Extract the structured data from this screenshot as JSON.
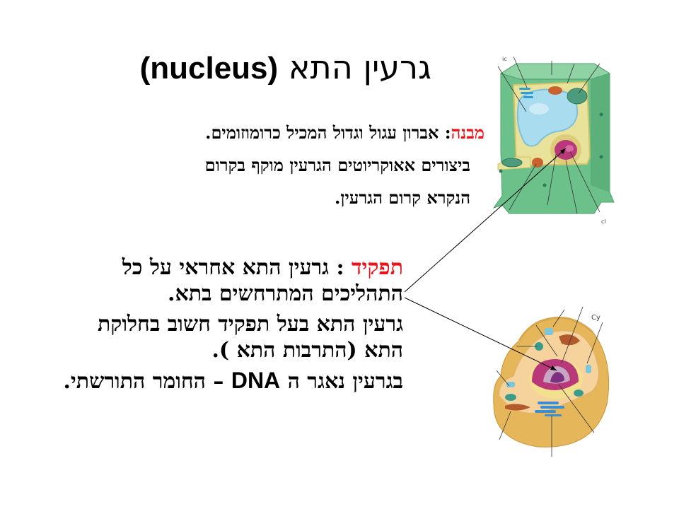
{
  "slide": {
    "title": {
      "hebrew": "גרעין התא",
      "english": "(nucleus)"
    },
    "structure": {
      "label": "מבנה",
      "separator": ": ",
      "lines": [
        "אברון עגול וגדול המכיל כרומוזומים.",
        "ביצורים אאוקריוטים  הגרעין מוקף בקרום",
        "הנקרא קרום הגרעין."
      ]
    },
    "function": {
      "label": "תפקיד",
      "separator": " : ",
      "paragraphs": [
        {
          "text": "גרעין התא אחראי על כל התהליכים המתרחשים בתא."
        },
        {
          "text": "גרעין התא בעל תפקיד חשוב בחלוקת התא (התרבות התא )."
        },
        {
          "text_before": "בגרעין נאגר  ה ",
          "latin": "DNA",
          "text_after": " – החומר התורשתי."
        }
      ]
    },
    "images": {
      "plant_cell": {
        "kind": "plant-cell-illustration",
        "partial_labels": [
          "ic",
          "cl"
        ]
      },
      "animal_cell": {
        "kind": "animal-cell-illustration",
        "partial_labels": [
          "Cy"
        ]
      }
    },
    "colors": {
      "label_red": "#e8141b",
      "text": "#000000",
      "plant_wall": "#6cc08a",
      "plant_cytoplasm": "#e8e29a",
      "vacuole": "#a9dcef",
      "nucleus": "#b8387a",
      "animal_membrane": "#e6b65a",
      "animal_cytoplasm": "#f6d39c"
    }
  }
}
